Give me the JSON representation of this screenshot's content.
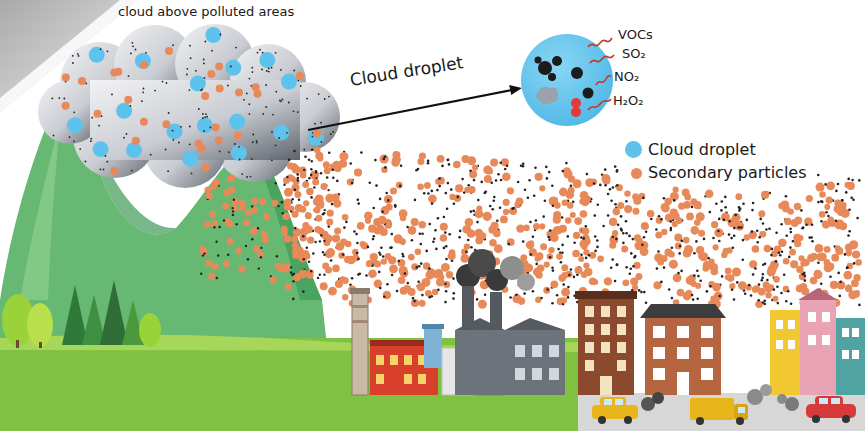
{
  "diagram": {
    "nodes": [
      {
        "text": [
          "cloud above polluted areas"
        ]
      }
    ],
    "labels": [
      "Cloud droplet",
      "VOCs",
      "SO₂",
      "NO₂",
      "H₂O₂"
    ],
    "legend": [
      {
        "text": "Cloud droplet",
        "color": "#5ec3ec"
      },
      {
        "text": "Secondary particles",
        "color": "#e8895a"
      }
    ]
  }
}
